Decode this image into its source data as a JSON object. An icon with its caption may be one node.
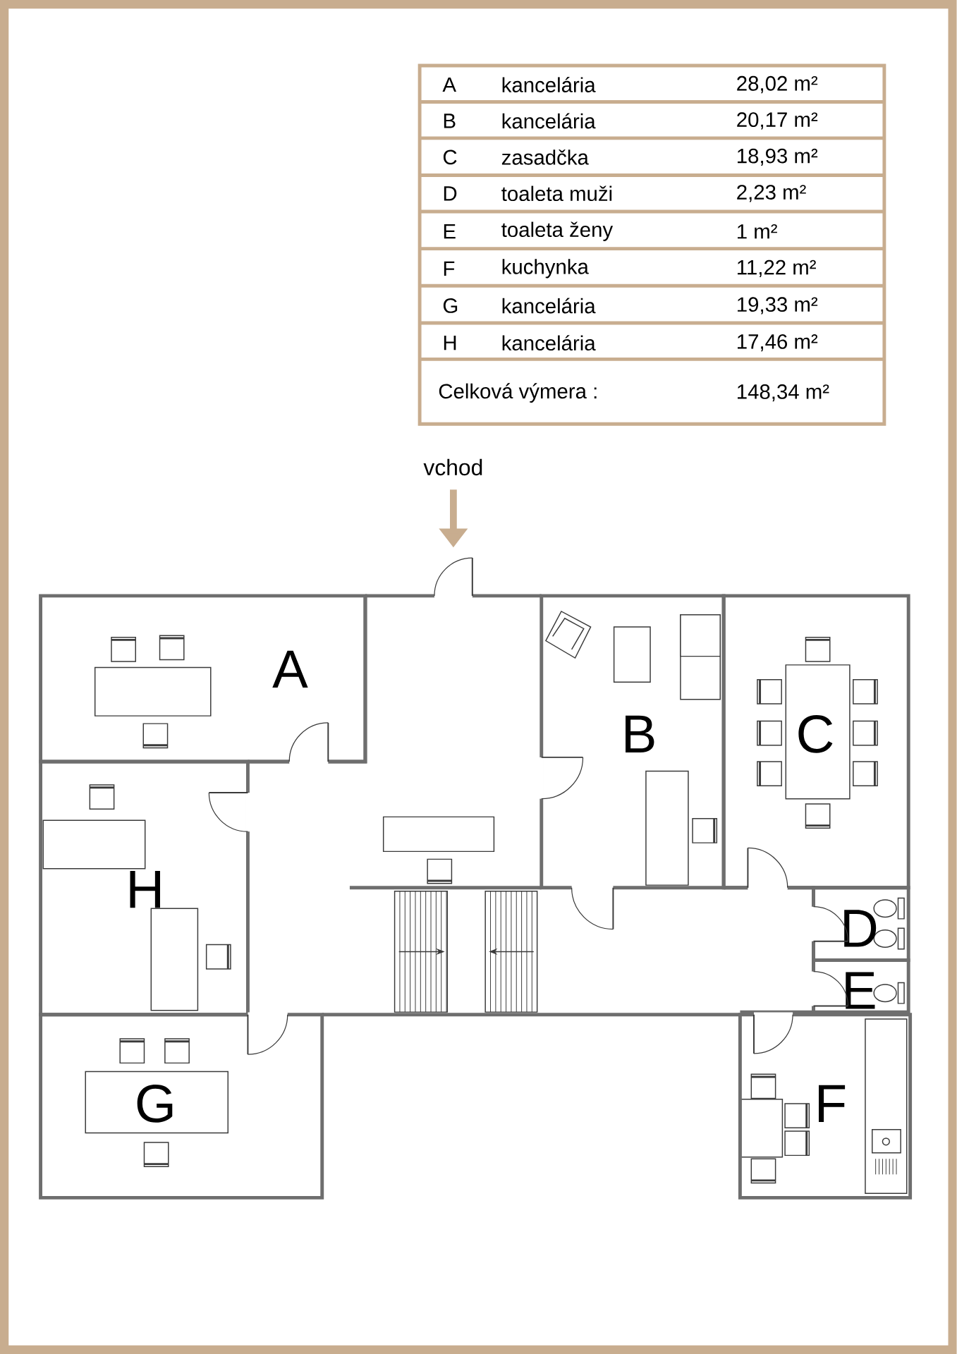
{
  "diagram": {
    "nodes": [
      {
        "text": [
          "A"
        ]
      },
      {
        "text": [
          "B"
        ]
      },
      {
        "text": [
          "C"
        ]
      },
      {
        "text": [
          "H"
        ]
      },
      {
        "text": [
          "D"
        ]
      },
      {
        "text": [
          "E"
        ]
      },
      {
        "text": [
          "G"
        ]
      },
      {
        "text": [
          "F"
        ]
      }
    ],
    "labels": [
      "A",
      "kancelária",
      "28,02 m²",
      "B",
      "kancelária",
      "20,17 m²",
      "C",
      "zasadčka",
      "18,93 m²",
      "D",
      "toaleta muži",
      "2,23 m²",
      "E",
      "toaleta ženy",
      "1 m²",
      "F",
      "kuchynka",
      "11,22 m²",
      "G",
      "kancelária",
      "19,33 m²",
      "H",
      "kancelária",
      "17,46 m²",
      "Celková výmera :",
      "148,34 m²",
      "vchod"
    ]
  }
}
